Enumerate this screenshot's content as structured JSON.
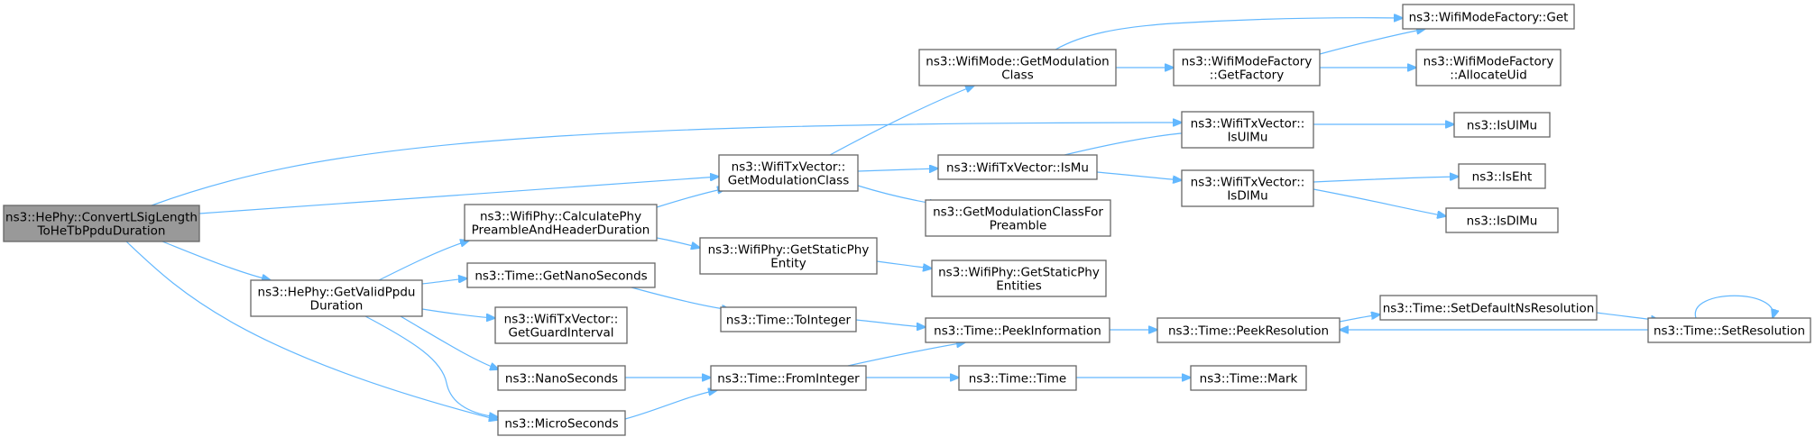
{
  "nodes": [
    {
      "id": "root",
      "lines": [
        "ns3::HePhy::ConvertLSigLength",
        "ToHeTbPpduDuration"
      ],
      "root": true
    },
    {
      "id": "getValid",
      "lines": [
        "ns3::HePhy::GetValidPpdu",
        "Duration"
      ]
    },
    {
      "id": "calcPre",
      "lines": [
        "ns3::WifiPhy::CalculatePhy",
        "PreambleAndHeaderDuration"
      ]
    },
    {
      "id": "getNano",
      "lines": [
        "ns3::Time::GetNanoSeconds"
      ]
    },
    {
      "id": "guard",
      "lines": [
        "ns3::WifiTxVector::",
        "GetGuardInterval"
      ]
    },
    {
      "id": "nanoSec",
      "lines": [
        "ns3::NanoSeconds"
      ]
    },
    {
      "id": "microSec",
      "lines": [
        "ns3::MicroSeconds"
      ]
    },
    {
      "id": "txGetMod",
      "lines": [
        "ns3::WifiTxVector::",
        "GetModulationClass"
      ]
    },
    {
      "id": "staticEnt",
      "lines": [
        "ns3::WifiPhy::GetStaticPhy",
        "Entity"
      ]
    },
    {
      "id": "toInt",
      "lines": [
        "ns3::Time::ToInteger"
      ]
    },
    {
      "id": "fromInt",
      "lines": [
        "ns3::Time::FromInteger"
      ]
    },
    {
      "id": "modeGetMod",
      "lines": [
        "ns3::WifiMode::GetModulation",
        "Class"
      ]
    },
    {
      "id": "isMu",
      "lines": [
        "ns3::WifiTxVector::IsMu"
      ]
    },
    {
      "id": "modForPre",
      "lines": [
        "ns3::GetModulationClassFor",
        "Preamble"
      ]
    },
    {
      "id": "staticEnts",
      "lines": [
        "ns3::WifiPhy::GetStaticPhy",
        "Entities"
      ]
    },
    {
      "id": "peekInfo",
      "lines": [
        "ns3::Time::PeekInformation"
      ]
    },
    {
      "id": "timeTime",
      "lines": [
        "ns3::Time::Time"
      ]
    },
    {
      "id": "getFactory",
      "lines": [
        "ns3::WifiModeFactory",
        "::GetFactory"
      ]
    },
    {
      "id": "txIsUlMu",
      "lines": [
        "ns3::WifiTxVector::",
        "IsUlMu"
      ]
    },
    {
      "id": "txIsDlMu",
      "lines": [
        "ns3::WifiTxVector::",
        "IsDlMu"
      ]
    },
    {
      "id": "peekRes",
      "lines": [
        "ns3::Time::PeekResolution"
      ]
    },
    {
      "id": "mark",
      "lines": [
        "ns3::Time::Mark"
      ]
    },
    {
      "id": "setDef",
      "lines": [
        "ns3::Time::SetDefaultNsResolution"
      ]
    },
    {
      "id": "factGet",
      "lines": [
        "ns3::WifiModeFactory::Get"
      ]
    },
    {
      "id": "allocUid",
      "lines": [
        "ns3::WifiModeFactory",
        "::AllocateUid"
      ]
    },
    {
      "id": "isUlMu",
      "lines": [
        "ns3::IsUlMu"
      ]
    },
    {
      "id": "isEht",
      "lines": [
        "ns3::IsEht"
      ]
    },
    {
      "id": "isDlMu",
      "lines": [
        "ns3::IsDlMu"
      ]
    },
    {
      "id": "setRes",
      "lines": [
        "ns3::Time::SetResolution"
      ]
    }
  ],
  "edges": [
    [
      "root",
      "txIsUlMu"
    ],
    [
      "root",
      "txGetMod"
    ],
    [
      "root",
      "getValid"
    ],
    [
      "root",
      "microSec"
    ],
    [
      "getValid",
      "calcPre"
    ],
    [
      "getValid",
      "getNano"
    ],
    [
      "getValid",
      "guard"
    ],
    [
      "getValid",
      "nanoSec"
    ],
    [
      "getValid",
      "microSec"
    ],
    [
      "calcPre",
      "txGetMod"
    ],
    [
      "calcPre",
      "staticEnt"
    ],
    [
      "getNano",
      "toInt"
    ],
    [
      "nanoSec",
      "fromInt"
    ],
    [
      "microSec",
      "fromInt"
    ],
    [
      "txGetMod",
      "modeGetMod"
    ],
    [
      "txGetMod",
      "isMu"
    ],
    [
      "txGetMod",
      "modForPre"
    ],
    [
      "staticEnt",
      "staticEnts"
    ],
    [
      "toInt",
      "peekInfo"
    ],
    [
      "fromInt",
      "peekInfo"
    ],
    [
      "fromInt",
      "timeTime"
    ],
    [
      "modeGetMod",
      "factGet"
    ],
    [
      "modeGetMod",
      "getFactory"
    ],
    [
      "isMu",
      "txIsUlMu"
    ],
    [
      "isMu",
      "txIsDlMu"
    ],
    [
      "peekInfo",
      "peekRes"
    ],
    [
      "timeTime",
      "mark"
    ],
    [
      "getFactory",
      "factGet"
    ],
    [
      "getFactory",
      "allocUid"
    ],
    [
      "txIsUlMu",
      "isUlMu"
    ],
    [
      "txIsDlMu",
      "isEht"
    ],
    [
      "txIsDlMu",
      "isDlMu"
    ],
    [
      "peekRes",
      "setDef"
    ],
    [
      "setDef",
      "setRes"
    ],
    [
      "setRes",
      "peekRes"
    ],
    [
      "setRes",
      "setRes"
    ]
  ],
  "colors": {
    "edge": "#63b8ff",
    "node_border": "#666666",
    "root_fill": "#999999",
    "node_fill": "#ffffff"
  }
}
